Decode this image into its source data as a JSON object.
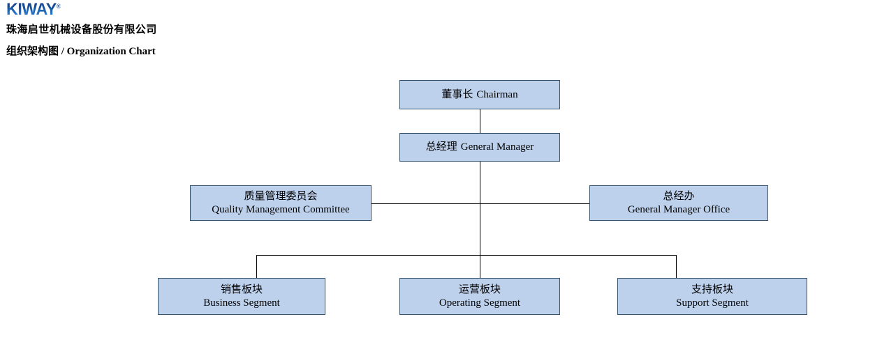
{
  "header": {
    "logo_text": "KIWAY",
    "logo_mark": "®",
    "company_name": "珠海启世机械设备股份有限公司",
    "title_cn": "组织架构图",
    "title_en": "/ Organization Chart"
  },
  "colors": {
    "node_fill": "#bdd1ec",
    "node_border": "#34546e",
    "connector": "#000000",
    "logo_blue": "#14519d",
    "text": "#000000"
  },
  "chart_data": {
    "type": "diagram",
    "title": "组织架构图 / Organization Chart",
    "nodes": [
      {
        "id": "chairman",
        "cn": "董事长",
        "en": "Chairman",
        "level": 0
      },
      {
        "id": "gm",
        "cn": "总经理",
        "en": "General Manager",
        "level": 1
      },
      {
        "id": "qmc",
        "cn": "质量管理委员会",
        "en": "Quality Management Committee",
        "level": 2
      },
      {
        "id": "gmo",
        "cn": "总经办",
        "en": "General Manager Office",
        "level": 2
      },
      {
        "id": "business",
        "cn": "销售板块",
        "en": "Business Segment",
        "level": 3
      },
      {
        "id": "operating",
        "cn": "运营板块",
        "en": "Operating Segment",
        "level": 3
      },
      {
        "id": "support",
        "cn": "支持板块",
        "en": "Support Segment",
        "level": 3
      }
    ],
    "edges": [
      {
        "from": "chairman",
        "to": "gm"
      },
      {
        "from": "gm",
        "to": "qmc"
      },
      {
        "from": "gm",
        "to": "gmo"
      },
      {
        "from": "gm",
        "to": "business"
      },
      {
        "from": "gm",
        "to": "operating"
      },
      {
        "from": "gm",
        "to": "support"
      }
    ]
  }
}
